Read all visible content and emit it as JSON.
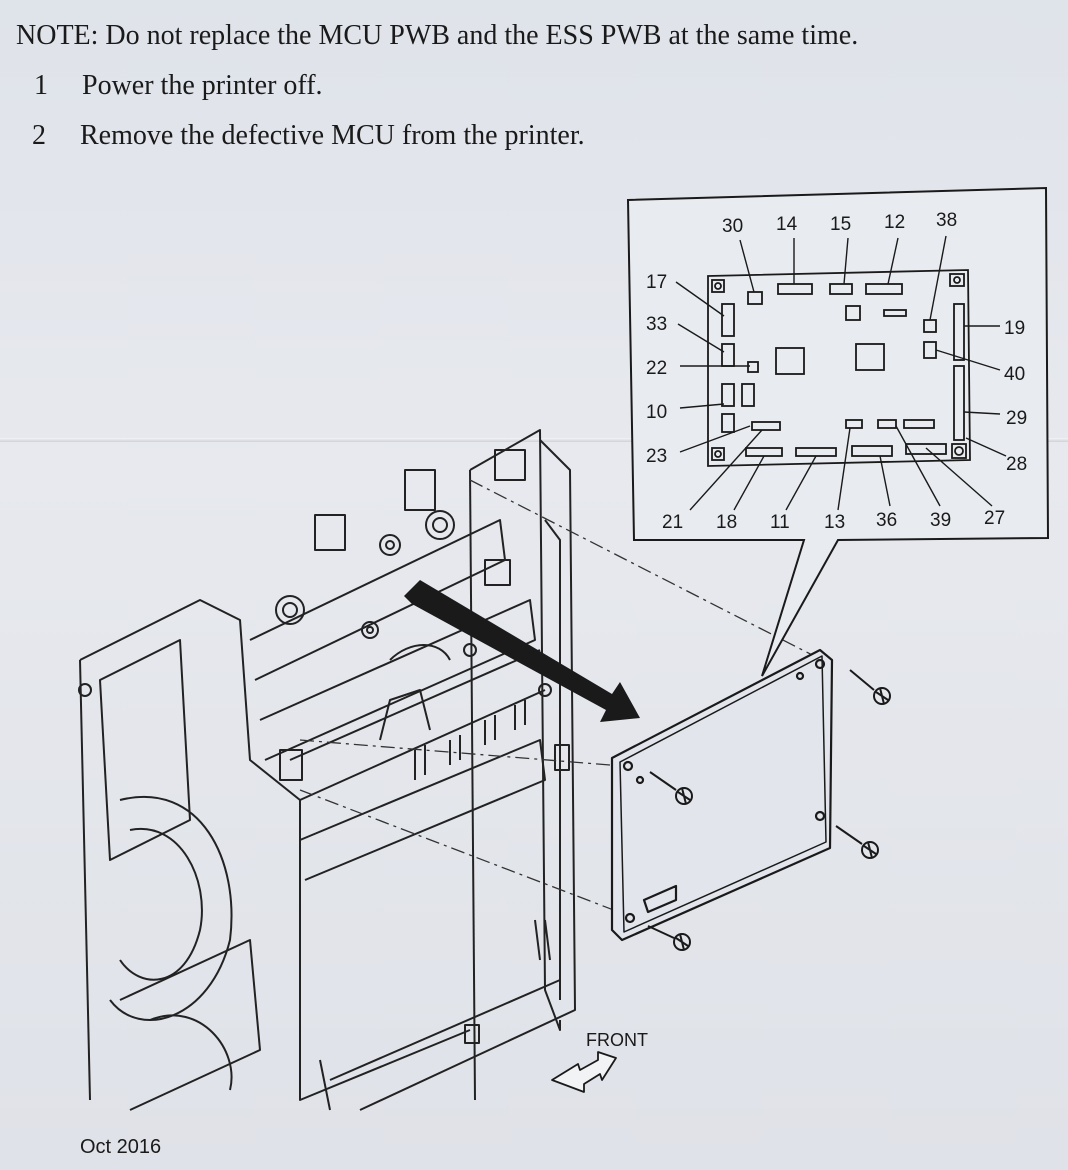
{
  "note": "NOTE: Do not replace the MCU PWB and the ESS PWB at the same time.",
  "steps": [
    {
      "num": "1",
      "text": "Power the printer off."
    },
    {
      "num": "2",
      "text": "Remove the defective MCU from the printer."
    }
  ],
  "connectors": {
    "top": [
      "30",
      "14",
      "15",
      "12",
      "38"
    ],
    "left": [
      "17",
      "33",
      "22",
      "10",
      "23"
    ],
    "right": [
      "19",
      "40",
      "29",
      "28"
    ],
    "bottom": [
      "21",
      "18",
      "11",
      "13",
      "36",
      "39",
      "27"
    ]
  },
  "front_label": "FRONT",
  "footer": "Oct 2016"
}
